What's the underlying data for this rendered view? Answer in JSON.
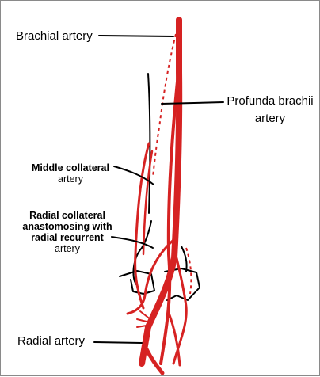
{
  "labels": {
    "brachial": "Brachial artery",
    "profunda_1": "Profunda brachii",
    "profunda_2": "artery",
    "middle_1": "Middle collateral",
    "middle_2": "artery",
    "radial_coll_1": "Radial collateral",
    "radial_coll_2": "anastomosing with",
    "radial_coll_3": "radial recurrent",
    "radial_coll_4": "artery",
    "radial": "Radial artery"
  },
  "colors": {
    "artery": "#d62222",
    "outline": "#000000"
  }
}
